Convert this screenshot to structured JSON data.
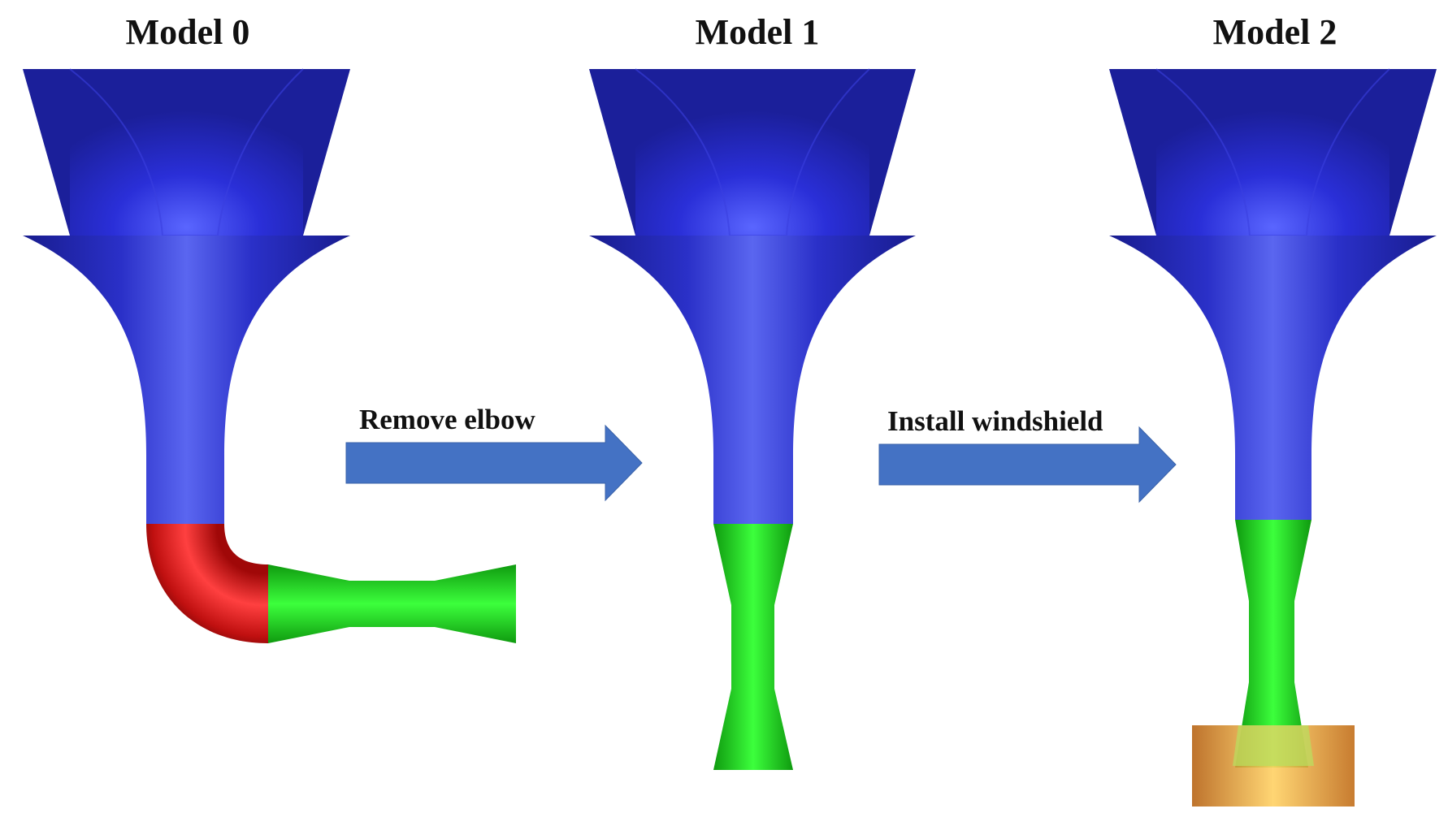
{
  "titles": {
    "model_0": "Model 0",
    "model_1": "Model 1",
    "model_2": "Model 2"
  },
  "arrows": {
    "first": "Remove elbow",
    "second": "Install windshield"
  },
  "colors": {
    "bell_mouth": "#2a2fd6",
    "elbow": "#d41818",
    "nozzle": "#22dd22",
    "windshield": "#f0a030",
    "arrow": "#4472c4"
  }
}
